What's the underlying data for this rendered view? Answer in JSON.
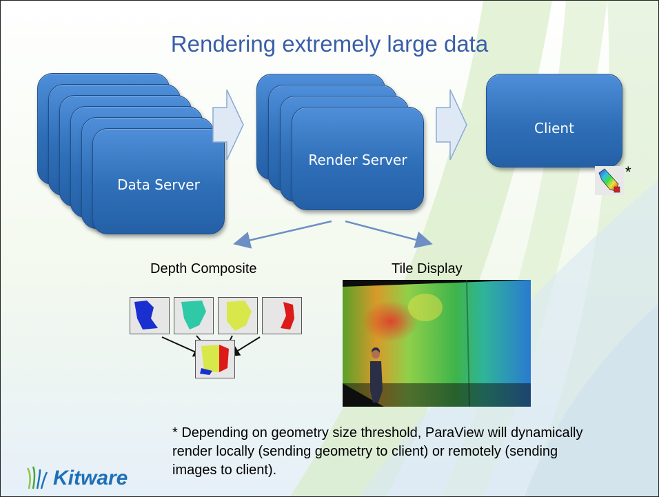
{
  "slide": {
    "title": "Rendering extremely large data",
    "data_server_label": "Data Server",
    "render_server_label": "Render Server",
    "client_label": "Client",
    "client_asterisk": "*",
    "depth_composite_label": "Depth Composite",
    "tile_display_label": "Tile Display",
    "footnote": "* Depending on geometry size threshold, ParaView will dynamically render locally (sending geometry to client) or remotely (sending images to client).",
    "logo_text": "Kitware"
  },
  "colors": {
    "title": "#3a5fa7",
    "box": "#2f6fb8",
    "logo": "#1e6fb8"
  }
}
